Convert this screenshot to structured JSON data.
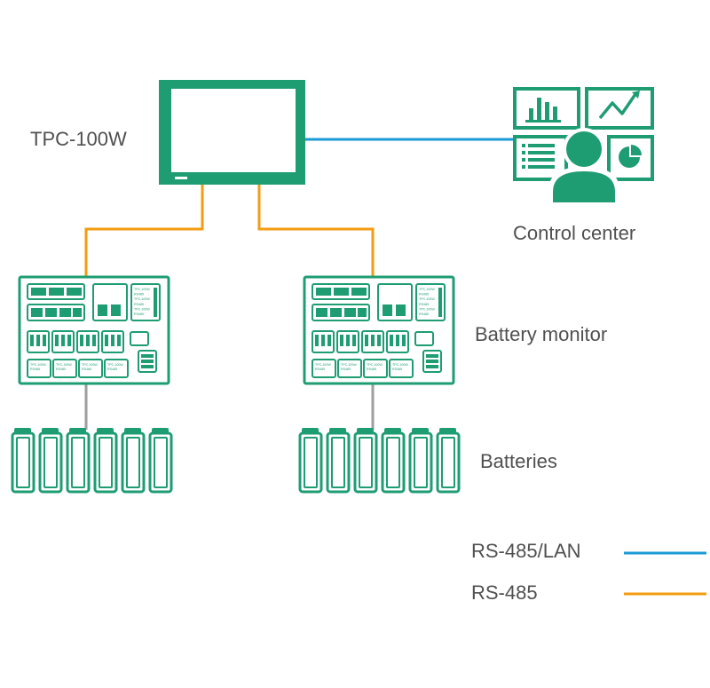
{
  "diagram": {
    "labels": {
      "tpc": "TPC-100W",
      "control_center": "Control center",
      "battery_monitor": "Battery monitor",
      "batteries": "Batteries"
    },
    "legend": [
      {
        "label": "RS-485/LAN",
        "color": "#1a9ad6"
      },
      {
        "label": "RS-485",
        "color": "#f39c12"
      }
    ],
    "module_labels": [
      [
        "TPC-100W",
        "RS485"
      ],
      [
        "TPC-100W",
        "RS485"
      ],
      [
        "TPC-100W",
        "RS485"
      ],
      [
        "TPC-100W",
        "RS485"
      ]
    ],
    "side_labels": [
      "TPC-100W",
      "RS485",
      "TPC-100W",
      "RS485",
      "TPC-100W",
      "RS485"
    ],
    "colors": {
      "device_green": "#1f9d72",
      "device_green_dark": "#178a63",
      "lan_line": "#1a9ad6",
      "serial_line": "#f39c12",
      "battery_link": "#9e9e9e"
    }
  }
}
